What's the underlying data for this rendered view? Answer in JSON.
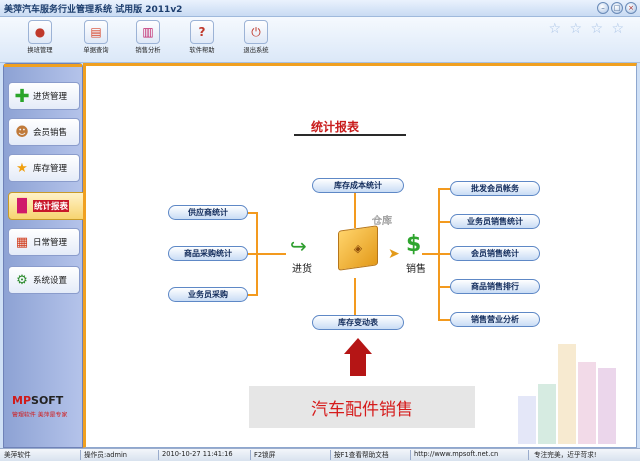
{
  "window": {
    "title": "美萍汽车服务行业管理系统  试用版  2011v2",
    "controls": [
      "minimize-icon",
      "maximize-icon",
      "close-icon"
    ]
  },
  "toolbar": {
    "buttons": [
      {
        "label": "换班管理",
        "icon": "shift-change-icon"
      },
      {
        "label": "单据查询",
        "icon": "document-query-icon"
      },
      {
        "label": "销售分析",
        "icon": "sales-analysis-icon"
      },
      {
        "label": "软件帮助",
        "icon": "help-icon"
      },
      {
        "label": "退出系统",
        "icon": "exit-icon"
      }
    ]
  },
  "sidebar": {
    "items": [
      {
        "label": "进货管理",
        "icon": "plus-icon",
        "color": "#2aa52a"
      },
      {
        "label": "会员销售",
        "icon": "member-icon",
        "color": "#c07a3a"
      },
      {
        "label": "库存管理",
        "icon": "star-icon",
        "color": "#f0a010"
      },
      {
        "label": "统计报表",
        "icon": "bar-chart-icon",
        "color": "#d01a6a",
        "active": true
      },
      {
        "label": "日常管理",
        "icon": "daily-icon",
        "color": "#d03a1a"
      },
      {
        "label": "系统设置",
        "icon": "gear-icon",
        "color": "#2a8a2a"
      }
    ],
    "brand_logo": "MPSOFT",
    "brand_slogan": "管理软件 美萍是专家"
  },
  "main": {
    "section_title": "统计报表",
    "purchase_reports": [
      "供应商统计",
      "商品采购统计",
      "业务员采购"
    ],
    "stock_reports": [
      "库存成本统计",
      "库存变动表"
    ],
    "sales_reports": [
      "批发会员帐务",
      "业务员销售统计",
      "会员销售统计",
      "商品销售排行",
      "销售营业分析"
    ],
    "label_purchase": "进货",
    "label_warehouse": "仓库",
    "label_sales": "销售",
    "banner": "汽车配件销售",
    "accent_color": "#f39a1e"
  },
  "statusbar": {
    "app": "美萍软件",
    "operator": "操作员:admin",
    "datetime": "2010-10-27 11:41:16",
    "lock": "F2锁屏",
    "help": "按F1查看帮助文档",
    "website": "http://www.mpsoft.net.cn",
    "motto": "专注完美，近乎苛求!"
  }
}
